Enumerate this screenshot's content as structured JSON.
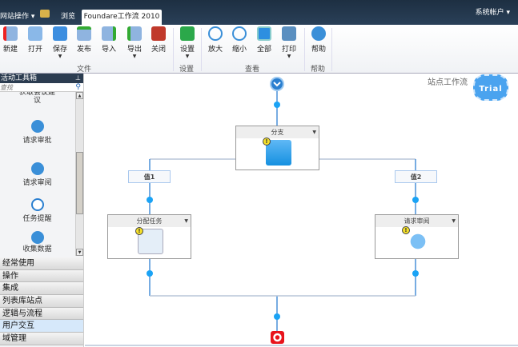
{
  "topbar": {
    "site_actions": "网站操作 ▾",
    "tabs": [
      {
        "label": "浏览"
      },
      {
        "label": "Foundare工作流 2010"
      }
    ],
    "account": "系统帐户 ▾"
  },
  "ribbon": {
    "buttons": [
      {
        "label": "新建",
        "icon": "new-icon"
      },
      {
        "label": "打开",
        "icon": "open-folder-icon"
      },
      {
        "label": "保存",
        "icon": "save-icon"
      },
      {
        "label": "发布",
        "icon": "publish-icon"
      },
      {
        "label": "导入",
        "icon": "import-icon"
      },
      {
        "label": "导出",
        "icon": "export-icon"
      },
      {
        "label": "关闭",
        "icon": "close-icon"
      },
      {
        "label": "设置",
        "icon": "settings-icon"
      },
      {
        "label": "放大",
        "icon": "zoom-in-icon"
      },
      {
        "label": "缩小",
        "icon": "zoom-out-icon"
      },
      {
        "label": "全部",
        "icon": "fit-all-icon"
      },
      {
        "label": "打印",
        "icon": "print-icon"
      },
      {
        "label": "帮助",
        "icon": "help-icon"
      }
    ],
    "groups": [
      "文件",
      "设置",
      "查看",
      "帮助"
    ]
  },
  "toolbox": {
    "title": "活动工具箱",
    "search_placeholder": "查找",
    "tools": [
      "获取会议建议",
      "请求审批",
      "请求审阅",
      "任务提醒",
      "收集数据"
    ],
    "categories": [
      "经常使用",
      "操作",
      "集成",
      "列表库站点",
      "逻辑与流程",
      "用户交互",
      "域管理"
    ],
    "active_category": "用户交互"
  },
  "canvas": {
    "site_workflow": "站点工作流",
    "trial_badge": "Trial",
    "nodes": {
      "branch": "分支",
      "assign": "分配任务",
      "review": "请求审阅"
    },
    "labels": {
      "v1": "值1",
      "v2": "值2"
    }
  },
  "colors": {
    "accent": "#3a8fd8",
    "topbar": "#21374c",
    "connector": "#4a90d9"
  }
}
